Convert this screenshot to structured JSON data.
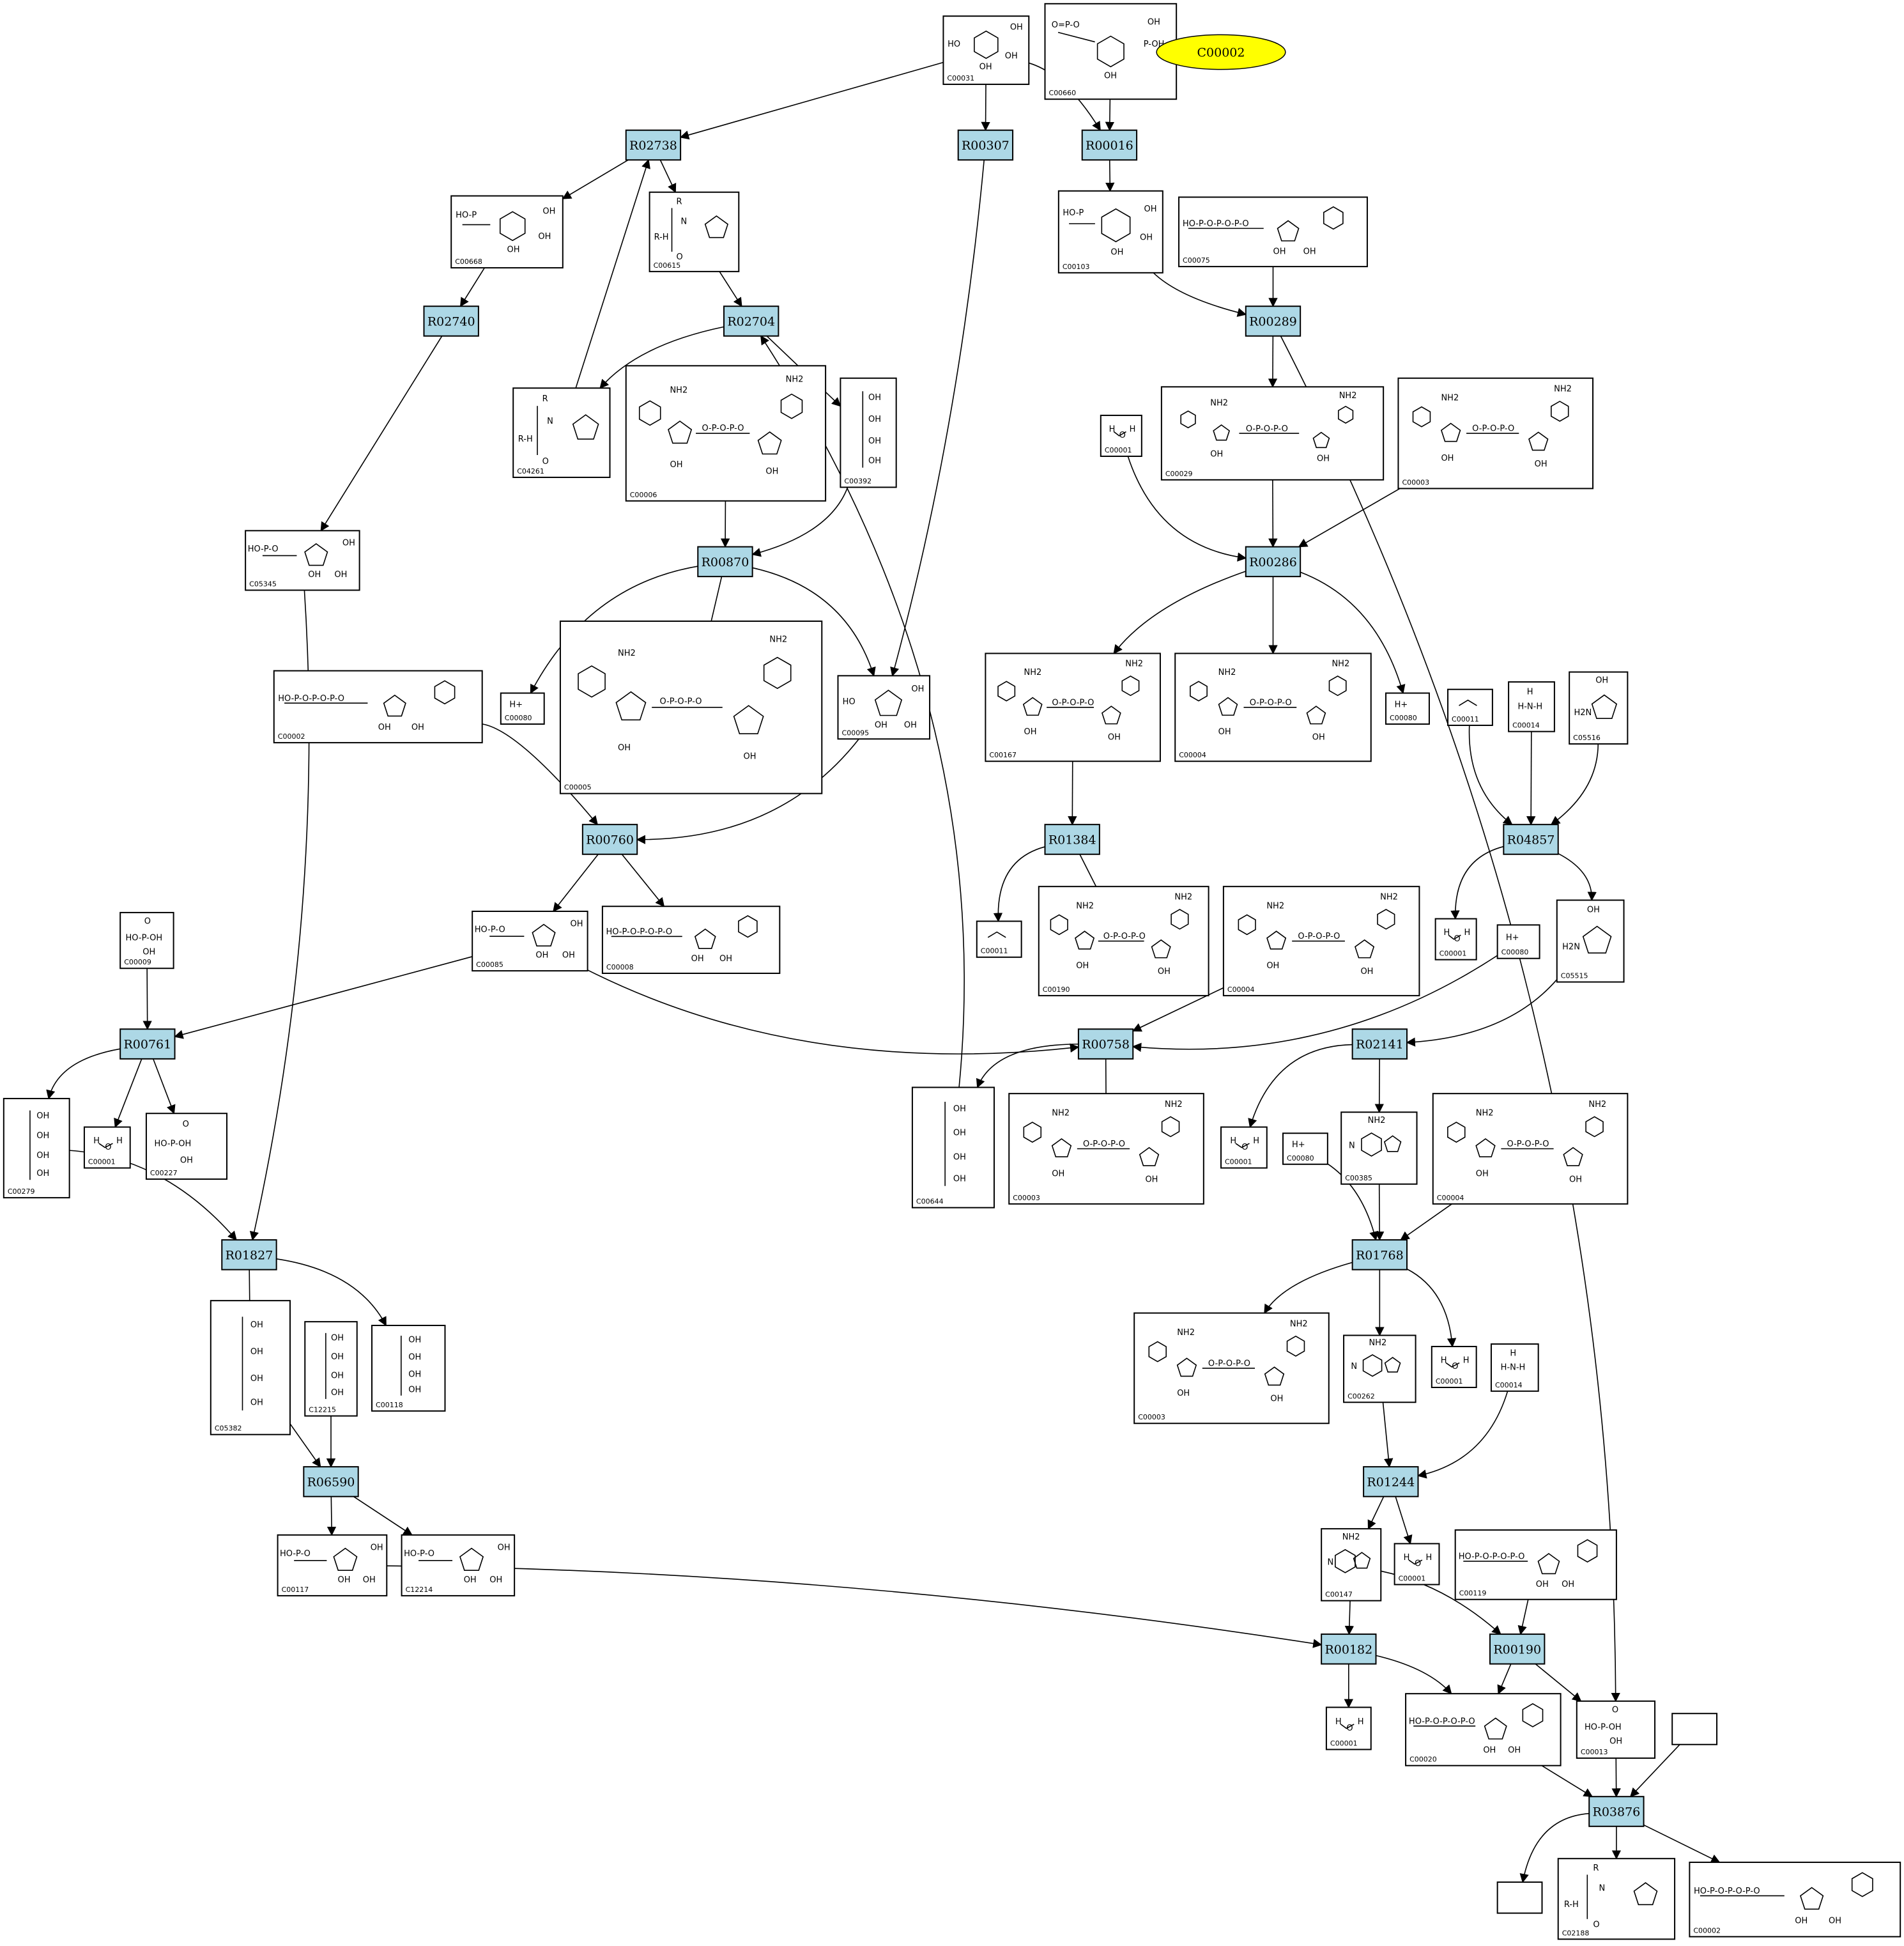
{
  "target": {
    "label": "C00002"
  },
  "reactions": [
    {
      "key": "R02738",
      "label": "R02738"
    },
    {
      "key": "R00307",
      "label": "R00307"
    },
    {
      "key": "R00016",
      "label": "R00016"
    },
    {
      "key": "R02740",
      "label": "R02740"
    },
    {
      "key": "R02704",
      "label": "R02704"
    },
    {
      "key": "R00289",
      "label": "R00289"
    },
    {
      "key": "R00870",
      "label": "R00870"
    },
    {
      "key": "R00286",
      "label": "R00286"
    },
    {
      "key": "R00760",
      "label": "R00760"
    },
    {
      "key": "R01384",
      "label": "R01384"
    },
    {
      "key": "R04857",
      "label": "R04857"
    },
    {
      "key": "R00761",
      "label": "R00761"
    },
    {
      "key": "R00758",
      "label": "R00758"
    },
    {
      "key": "R02141",
      "label": "R02141"
    },
    {
      "key": "R01827",
      "label": "R01827"
    },
    {
      "key": "R01768",
      "label": "R01768"
    },
    {
      "key": "R06590",
      "label": "R06590"
    },
    {
      "key": "R01244",
      "label": "R01244"
    },
    {
      "key": "R00182",
      "label": "R00182"
    },
    {
      "key": "R00190",
      "label": "R00190"
    },
    {
      "key": "R03876",
      "label": "R03876"
    }
  ],
  "compounds": [
    {
      "key": "c00031",
      "label": "C00031",
      "mol": "pyranose"
    },
    {
      "key": "c00660",
      "label": "C00660",
      "mol": "pyranose-p2"
    },
    {
      "key": "c00668",
      "label": "C00668",
      "mol": "pyranose-p"
    },
    {
      "key": "c00615",
      "label": "C00615",
      "mol": "peptide-his"
    },
    {
      "key": "c00103",
      "label": "C00103",
      "mol": "pyranose-p"
    },
    {
      "key": "c00075",
      "label": "C00075",
      "mol": "nucleotide-tri"
    },
    {
      "key": "c04261",
      "label": "C04261",
      "mol": "peptide-his"
    },
    {
      "key": "c00006",
      "label": "C00006",
      "mol": "dinucleotide"
    },
    {
      "key": "c00392",
      "label": "C00392",
      "mol": "chain"
    },
    {
      "key": "c05345",
      "label": "C05345",
      "mol": "furanose-p"
    },
    {
      "key": "c00001a",
      "label": "C00001",
      "mol": "water"
    },
    {
      "key": "c00029",
      "label": "C00029",
      "mol": "dinucleotide"
    },
    {
      "key": "c00003a",
      "label": "C00003",
      "mol": "dinucleotide"
    },
    {
      "key": "c00080a",
      "label": "C00080",
      "mol": "proton"
    },
    {
      "key": "c00005",
      "label": "C00005",
      "mol": "dinucleotide"
    },
    {
      "key": "c00002a",
      "label": "C00002",
      "mol": "nucleotide-tri"
    },
    {
      "key": "c00095",
      "label": "C00095",
      "mol": "furanose"
    },
    {
      "key": "c00167",
      "label": "C00167",
      "mol": "dinucleotide"
    },
    {
      "key": "c00004a",
      "label": "C00004",
      "mol": "dinucleotide"
    },
    {
      "key": "c00080b",
      "label": "C00080",
      "mol": "proton"
    },
    {
      "key": "c00011a",
      "label": "C00011",
      "mol": "co2"
    },
    {
      "key": "c00014a",
      "label": "C00014",
      "mol": "ammonia"
    },
    {
      "key": "c05516",
      "label": "C05516",
      "mol": "ring5"
    },
    {
      "key": "c00009",
      "label": "C00009",
      "mol": "phosphate"
    },
    {
      "key": "c00085",
      "label": "C00085",
      "mol": "furanose-p"
    },
    {
      "key": "c00008",
      "label": "C00008",
      "mol": "nucleotide-tri"
    },
    {
      "key": "c00011b",
      "label": "C00011",
      "mol": "co2"
    },
    {
      "key": "c00190",
      "label": "C00190",
      "mol": "dinucleotide"
    },
    {
      "key": "c00004b",
      "label": "C00004",
      "mol": "dinucleotide"
    },
    {
      "key": "c00001b",
      "label": "C00001",
      "mol": "water"
    },
    {
      "key": "c00080c",
      "label": "C00080",
      "mol": "proton"
    },
    {
      "key": "c05515",
      "label": "C05515",
      "mol": "ring5"
    },
    {
      "key": "c00279",
      "label": "C00279",
      "mol": "chain"
    },
    {
      "key": "c00001c",
      "label": "C00001",
      "mol": "water"
    },
    {
      "key": "c00227",
      "label": "C00227",
      "mol": "phosphate"
    },
    {
      "key": "c00644",
      "label": "C00644",
      "mol": "chain"
    },
    {
      "key": "c00003b",
      "label": "C00003",
      "mol": "dinucleotide"
    },
    {
      "key": "c00001d",
      "label": "C00001",
      "mol": "water"
    },
    {
      "key": "c00080d",
      "label": "C00080",
      "mol": "proton"
    },
    {
      "key": "c00385",
      "label": "C00385",
      "mol": "purine"
    },
    {
      "key": "c00004c",
      "label": "C00004",
      "mol": "dinucleotide"
    },
    {
      "key": "c05382",
      "label": "C05382",
      "mol": "chain"
    },
    {
      "key": "c12215",
      "label": "C12215",
      "mol": "chain"
    },
    {
      "key": "c00118",
      "label": "C00118",
      "mol": "chain"
    },
    {
      "key": "c00003c",
      "label": "C00003",
      "mol": "dinucleotide"
    },
    {
      "key": "c00262",
      "label": "C00262",
      "mol": "purine"
    },
    {
      "key": "c00001e",
      "label": "C00001",
      "mol": "water"
    },
    {
      "key": "c00014b",
      "label": "C00014",
      "mol": "ammonia"
    },
    {
      "key": "c00117",
      "label": "C00117",
      "mol": "furanose-p"
    },
    {
      "key": "c12214",
      "label": "C12214",
      "mol": "furanose-p"
    },
    {
      "key": "c00147",
      "label": "C00147",
      "mol": "purine"
    },
    {
      "key": "c00001f",
      "label": "C00001",
      "mol": "water"
    },
    {
      "key": "c00119",
      "label": "C00119",
      "mol": "nucleotide-tri"
    },
    {
      "key": "c00001g",
      "label": "C00001",
      "mol": "water"
    },
    {
      "key": "c00020",
      "label": "C00020",
      "mol": "nucleotide-tri"
    },
    {
      "key": "c00013",
      "label": "C00013",
      "mol": "phosphate"
    },
    {
      "key": "empty1",
      "label": "",
      "mol": "none"
    },
    {
      "key": "empty2",
      "label": "",
      "mol": "none"
    },
    {
      "key": "c02188",
      "label": "C02188",
      "mol": "peptide-his"
    },
    {
      "key": "c00002b",
      "label": "C00002",
      "mol": "nucleotide-tri"
    }
  ]
}
